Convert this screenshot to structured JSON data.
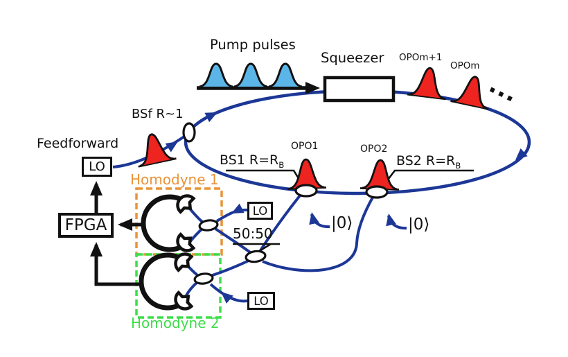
{
  "labels": {
    "pump": "Pump pulses",
    "squeezer": "Squeezer",
    "opom1": "OPOm+1",
    "opom": "OPOm",
    "ellipsis": "...",
    "bsf": "BSf R~1",
    "feedforward": "Feedforward",
    "lo": "LO",
    "fpga": "FPGA",
    "homodyne1": "Homodyne 1",
    "homodyne2": "Homodyne 2",
    "bs1_main": "BS1 R=R",
    "bs1_sub": "B",
    "bs2_main": "BS2 R=R",
    "bs2_sub": "B",
    "fifty": "50:50",
    "opo1": "OPO1",
    "opo2": "OPO2",
    "vacuum": "|0⟩"
  },
  "colors": {
    "fiber_blue": "#1c3796",
    "pulse_red": "#ee2420",
    "pump_blue": "#5cb5e7",
    "homodyne1_orange": "#ea9338",
    "homodyne2_green": "#3edd4a",
    "ink": "#111111"
  }
}
